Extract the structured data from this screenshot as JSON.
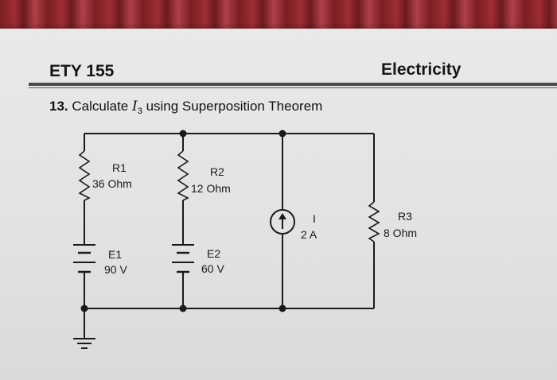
{
  "header": {
    "course": "ETY 155",
    "subject": "Electricity"
  },
  "problem": {
    "number": "13.",
    "prefix": "Calculate",
    "variable": "I",
    "subscript": "3",
    "suffix": "using Superposition Theorem"
  },
  "circuit": {
    "r1": {
      "name": "R1",
      "value": "36 Ohm"
    },
    "r2": {
      "name": "R2",
      "value": "12 Ohm"
    },
    "r3": {
      "name": "R3",
      "value": "8 Ohm"
    },
    "e1": {
      "name": "E1",
      "value": "90 V"
    },
    "e2": {
      "name": "E2",
      "value": "60 V"
    },
    "source": {
      "name": "I",
      "value": "2 A"
    }
  }
}
